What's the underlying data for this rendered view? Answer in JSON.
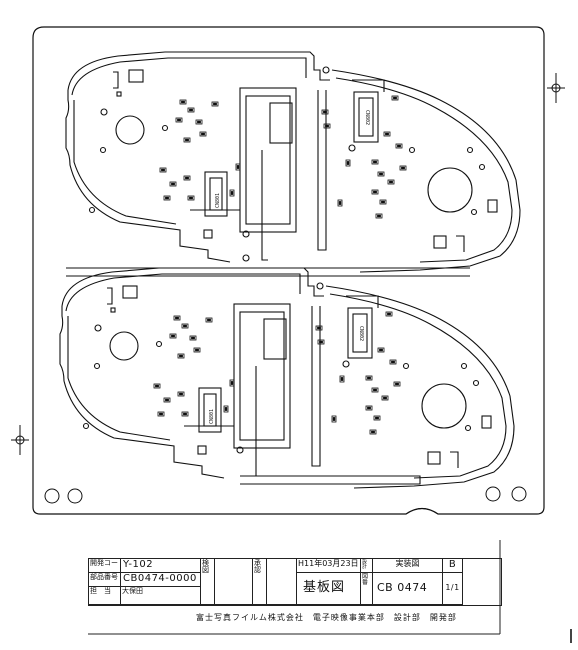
{
  "title_block": {
    "dev_code_label": "開発コード",
    "dev_code_value": "Y-102",
    "part_no_label": "部品番号",
    "part_no_value": "CB0474-0000",
    "person_label": "担　当",
    "person_value": "大保田",
    "check_label": "検図",
    "approve_label": "承認",
    "date_value": "H11年03月23日",
    "design_label": "設計",
    "drawing_title": "基板図",
    "type_label": "実装図",
    "rev_value": "B",
    "drawing_no_label": "図番",
    "drawing_no_value": "CB 0474",
    "sheet_value": "1/1"
  },
  "footer": {
    "company": "富士写真フイルム株式会社　電子映像事業本部　設計部　開発部"
  },
  "board": {
    "connector_labels": [
      "CN801",
      "CN802",
      "CN801",
      "CN802"
    ]
  }
}
